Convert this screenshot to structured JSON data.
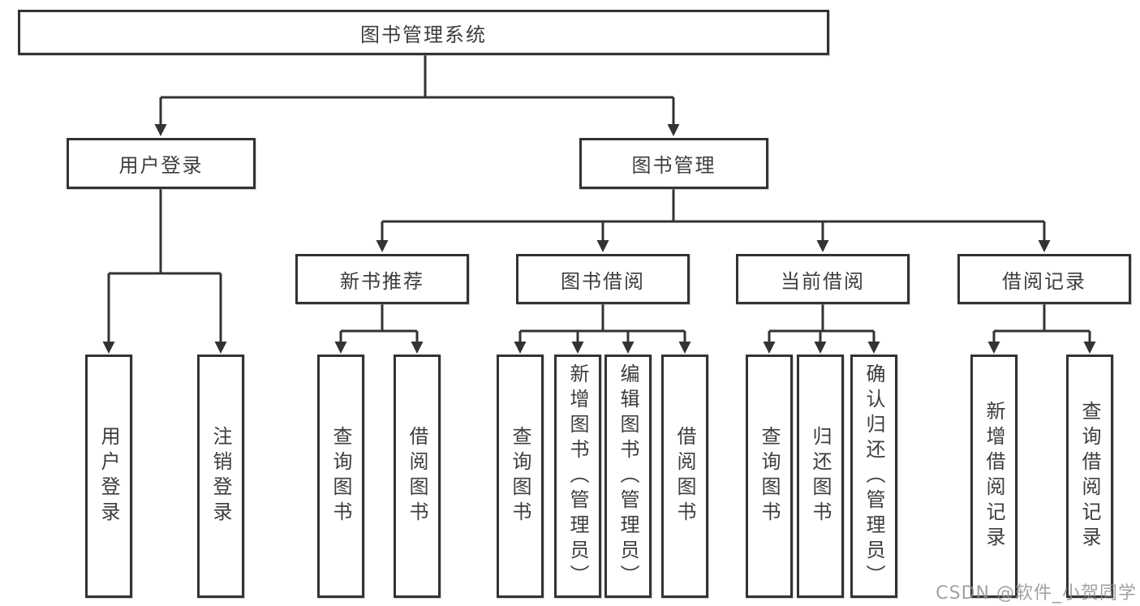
{
  "diagram_title": "图书管理系统",
  "tree": {
    "label": "图书管理系统",
    "children": [
      {
        "label": "用户登录",
        "children": [
          {
            "label": "用户登录"
          },
          {
            "label": "注销登录"
          }
        ]
      },
      {
        "label": "图书管理",
        "children": [
          {
            "label": "新书推荐",
            "children": [
              {
                "label": "查询图书"
              },
              {
                "label": "借阅图书"
              }
            ]
          },
          {
            "label": "图书借阅",
            "children": [
              {
                "label": "查询图书"
              },
              {
                "label": "新增图书（管理员）"
              },
              {
                "label": "编辑图书（管理员）"
              },
              {
                "label": "借阅图书"
              }
            ]
          },
          {
            "label": "当前借阅",
            "children": [
              {
                "label": "查询图书"
              },
              {
                "label": "归还图书"
              },
              {
                "label": "确认归还（管理员）"
              }
            ]
          },
          {
            "label": "借阅记录",
            "children": [
              {
                "label": "新增借阅记录"
              },
              {
                "label": "查询借阅记录"
              }
            ]
          }
        ]
      }
    ]
  },
  "watermark": "CSDN @软件_小贺同学",
  "colors": {
    "line": "#333333",
    "box_border": "#333333",
    "text": "#3d3d3d",
    "background": "#ffffff",
    "watermark": "#919191"
  }
}
